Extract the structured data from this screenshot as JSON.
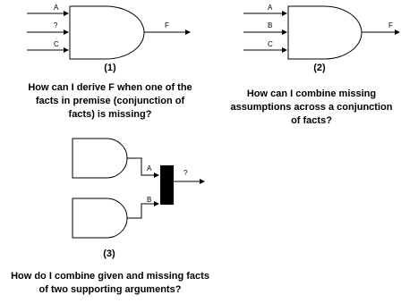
{
  "diagram1": {
    "number": "(1)",
    "inputs": [
      "A",
      "?",
      "C"
    ],
    "output": "F",
    "caption_lines": [
      "How can I derive F when one of the",
      "facts in premise (conjunction of",
      "facts) is missing?"
    ]
  },
  "diagram2": {
    "number": "(2)",
    "inputs": [
      "A",
      "B",
      "C"
    ],
    "output": "F",
    "caption_lines": [
      "How can I combine missing",
      "assumptions across a conjunction",
      "of facts?"
    ]
  },
  "diagram3": {
    "number": "(3)",
    "inputs": [
      "A",
      "B"
    ],
    "output": "?",
    "caption_lines": [
      "How do I combine given and missing facts",
      "of two supporting arguments?"
    ]
  }
}
